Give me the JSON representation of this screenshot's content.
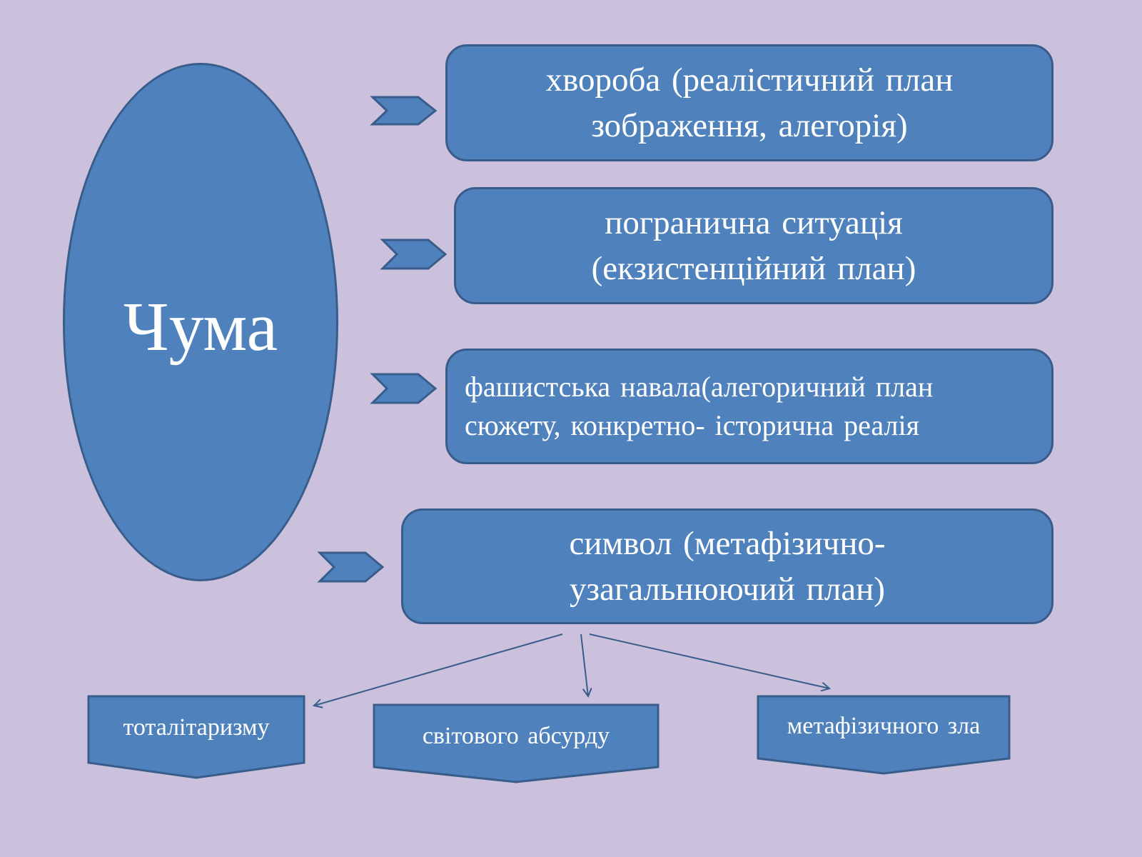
{
  "colors": {
    "background": "#ccc1dc",
    "shape_fill": "#4f81bd",
    "shape_border": "#385d8a",
    "text": "#ffffff"
  },
  "center": {
    "label": "Чума"
  },
  "branches": [
    {
      "line1": "хвороба (реалістичний план",
      "line2": "зображення, алегорія)"
    },
    {
      "line1": "пограничн­а ситуація",
      "line2": "(екзистенційний план)"
    },
    {
      "line1": "фашистська навала(алегоричний план",
      "line2": "сюжету, конкретно- історична реалія"
    },
    {
      "line1": "символ (метафізично-",
      "line2": "узагальнюючий план)"
    }
  ],
  "symbol_meanings": [
    {
      "label": "тоталітаризму"
    },
    {
      "label": "світового абсурду"
    },
    {
      "label": "метафізичного зла"
    }
  ]
}
